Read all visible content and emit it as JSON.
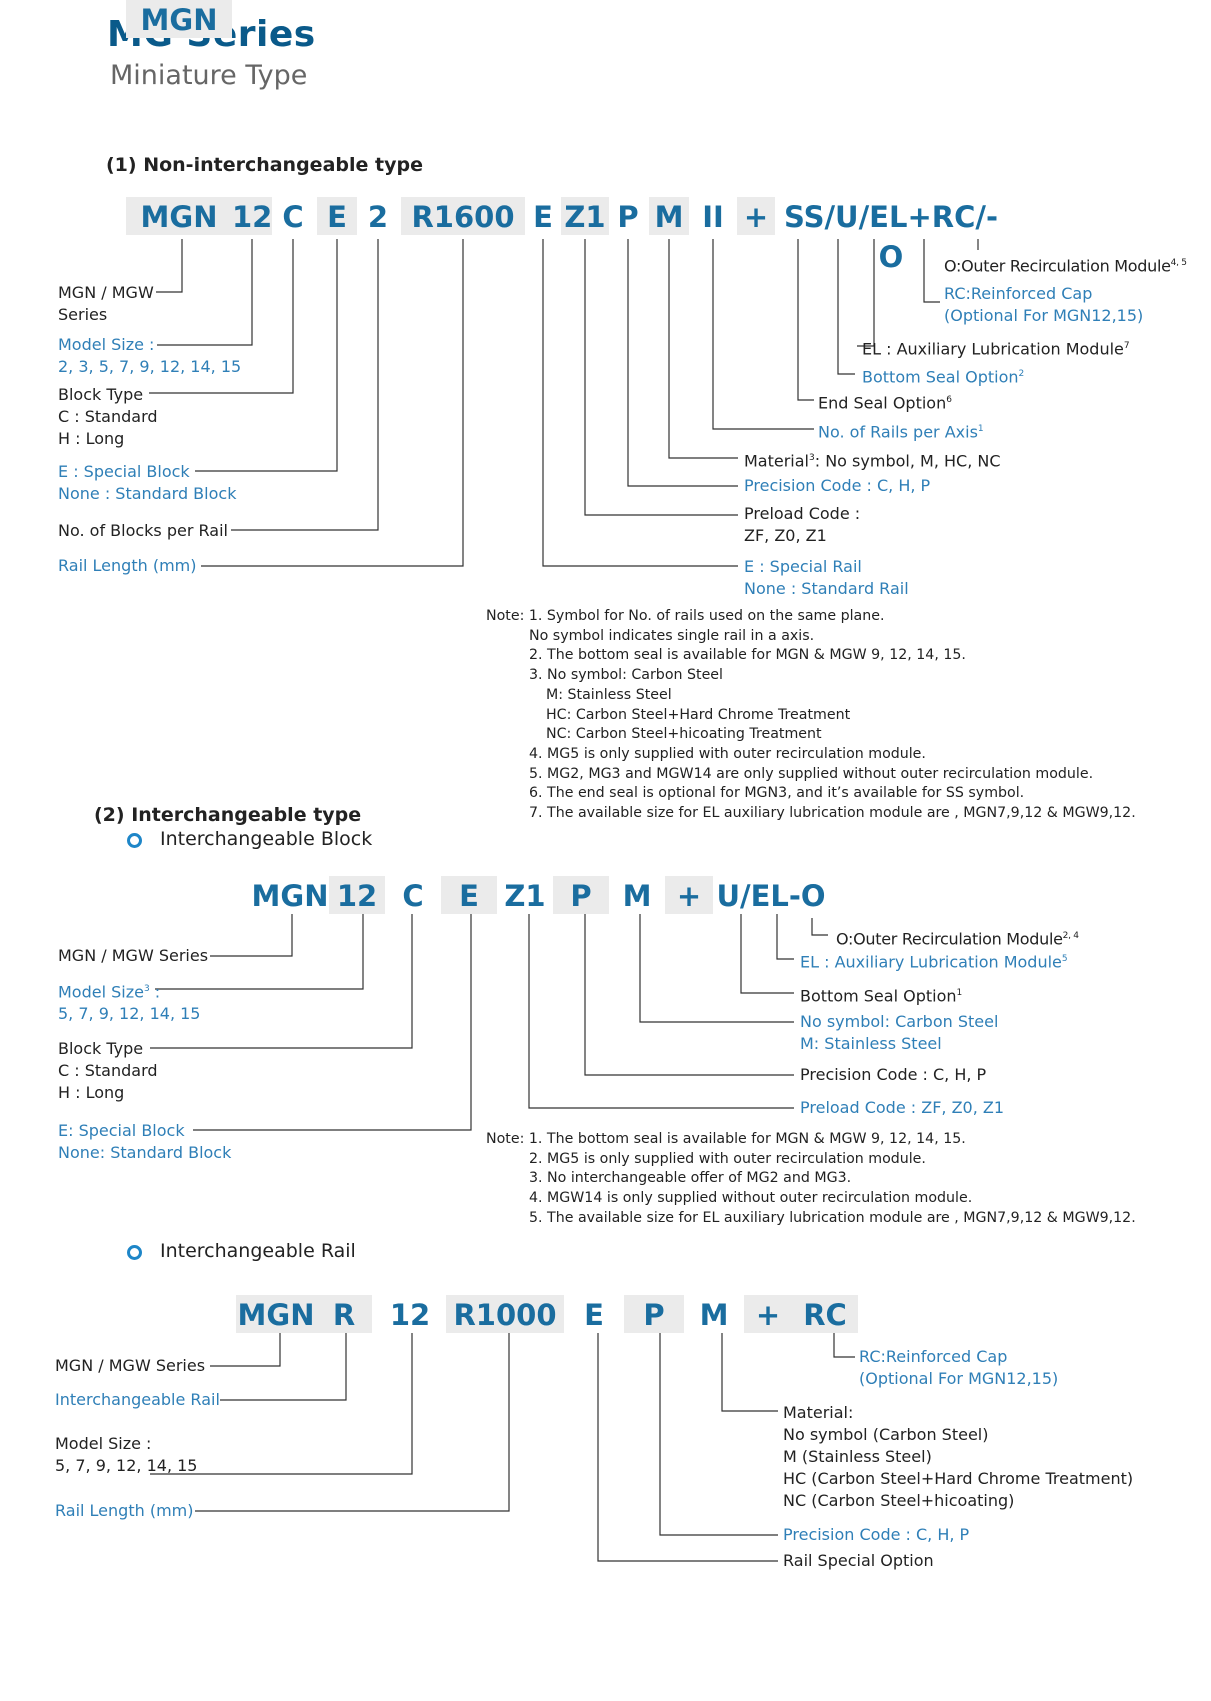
{
  "header": {
    "title": "MG Series",
    "subtitle": "Miniature Type"
  },
  "sec1": {
    "title": "(1) Non-interchangeable type",
    "codes": [
      "MGN",
      "12",
      "C",
      "E",
      "2",
      "R1600",
      "E",
      "Z1",
      "P",
      "M",
      "II",
      "+",
      "SS/U/EL+RC/-O"
    ],
    "left": {
      "series": [
        "MGN / MGW",
        "Series"
      ],
      "model": [
        "Model Size :",
        "2, 3, 5, 7, 9, 12, 14, 15"
      ],
      "block": [
        "Block Type",
        "C : Standard",
        "H : Long"
      ],
      "special": [
        "E : Special Block",
        "None : Standard Block"
      ],
      "blocks": "No. of Blocks per Rail",
      "rail": "Rail Length (mm)"
    },
    "right": {
      "outer": "O:Outer Recirculation Module",
      "outer_sup": "4, 5",
      "rc": [
        "RC:Reinforced Cap",
        "(Optional For MGN12,15)"
      ],
      "el": "EL : Auxiliary Lubrication Module",
      "el_sup": "7",
      "bseal": "Bottom Seal Option",
      "bseal_sup": "2",
      "eseal": "End Seal Option",
      "eseal_sup": "6",
      "rails": "No. of Rails per Axis",
      "rails_sup": "1",
      "material_a": "Material",
      "material_sup": "3",
      "material_b": ": No symbol, M, HC, NC",
      "precision": "Precision Code : C, H, P",
      "preload": [
        "Preload Code :",
        "ZF, Z0, Z1"
      ],
      "special": [
        "E : Special Rail",
        "None : Standard Rail"
      ]
    },
    "notes": [
      "Note: 1. Symbol for No. of rails used on the same plane.",
      "No symbol indicates single rail in a axis.",
      "2. The bottom seal is available for MGN & MGW 9, 12, 14, 15.",
      "3. No symbol: Carbon Steel",
      "M: Stainless Steel",
      "HC: Carbon Steel+Hard Chrome Treatment",
      "NC: Carbon Steel+hicoating Treatment",
      "4. MG5 is only supplied with outer recirculation module.",
      "5. MG2, MG3 and MGW14 are only supplied without outer recirculation module.",
      "6. The end seal is optional for MGN3, and it’s available for SS symbol.",
      "7. The available size for EL auxiliary lubrication module are , MGN7,9,12 & MGW9,12."
    ]
  },
  "sec2": {
    "title": "(2) Interchangeable type",
    "block_title": "Interchangeable Block",
    "codes": [
      "MGN",
      "12",
      "C",
      "E",
      "Z1",
      "P",
      "M",
      "+",
      "U/EL-O"
    ],
    "left": {
      "series": "MGN / MGW Series",
      "model_a": "Model Size",
      "model_sup": "3",
      "model_b": " :",
      "model_values": "5, 7, 9, 12, 14, 15",
      "block": [
        "Block Type",
        "C : Standard",
        "H : Long"
      ],
      "special": [
        "E: Special Block",
        "None: Standard Block"
      ]
    },
    "right": {
      "outer": "O:Outer Recirculation Module",
      "outer_sup": "2, 4",
      "el": "EL : Auxiliary Lubrication Module",
      "el_sup": "5",
      "bseal": "Bottom Seal Option",
      "bseal_sup": "1",
      "material": [
        "No symbol: Carbon Steel",
        "M: Stainless Steel"
      ],
      "precision": "Precision Code : C, H, P",
      "preload": "Preload Code : ZF, Z0, Z1"
    },
    "notes": [
      "Note: 1. The bottom seal is available for MGN & MGW 9, 12, 14, 15.",
      "2. MG5 is only supplied with outer recirculation module.",
      "3. No interchangeable offer of MG2 and MG3.",
      "4. MGW14 is only supplied without outer recirculation module.",
      "5. The available size for EL auxiliary lubrication module are , MGN7,9,12 & MGW9,12."
    ]
  },
  "sec3": {
    "title": "Interchangeable Rail",
    "codes": [
      "MGN",
      "R",
      "12",
      "R1000",
      "E",
      "P",
      "M",
      "+",
      "RC"
    ],
    "left": {
      "series": "MGN / MGW Series",
      "rail": "Interchangeable Rail",
      "model": [
        "Model Size :",
        "5, 7, 9, 12, 14, 15"
      ],
      "length": "Rail Length (mm)"
    },
    "right": {
      "rc": [
        "RC:Reinforced Cap",
        "(Optional For MGN12,15)"
      ],
      "material": [
        "Material:",
        "No symbol (Carbon Steel)",
        "M (Stainless Steel)",
        "HC (Carbon Steel+Hard Chrome Treatment)",
        "NC (Carbon Steel+hicoating)"
      ],
      "precision": "Precision Code : C, H, P",
      "special": "Rail Special Option"
    }
  },
  "colors": {
    "title": "#0a5a8a",
    "code_text": "#1a6d9f",
    "code_bg": "#ebebeb",
    "label_blue": "#2f7fb7",
    "bullet": "#1e86c8",
    "line": "#333333"
  }
}
